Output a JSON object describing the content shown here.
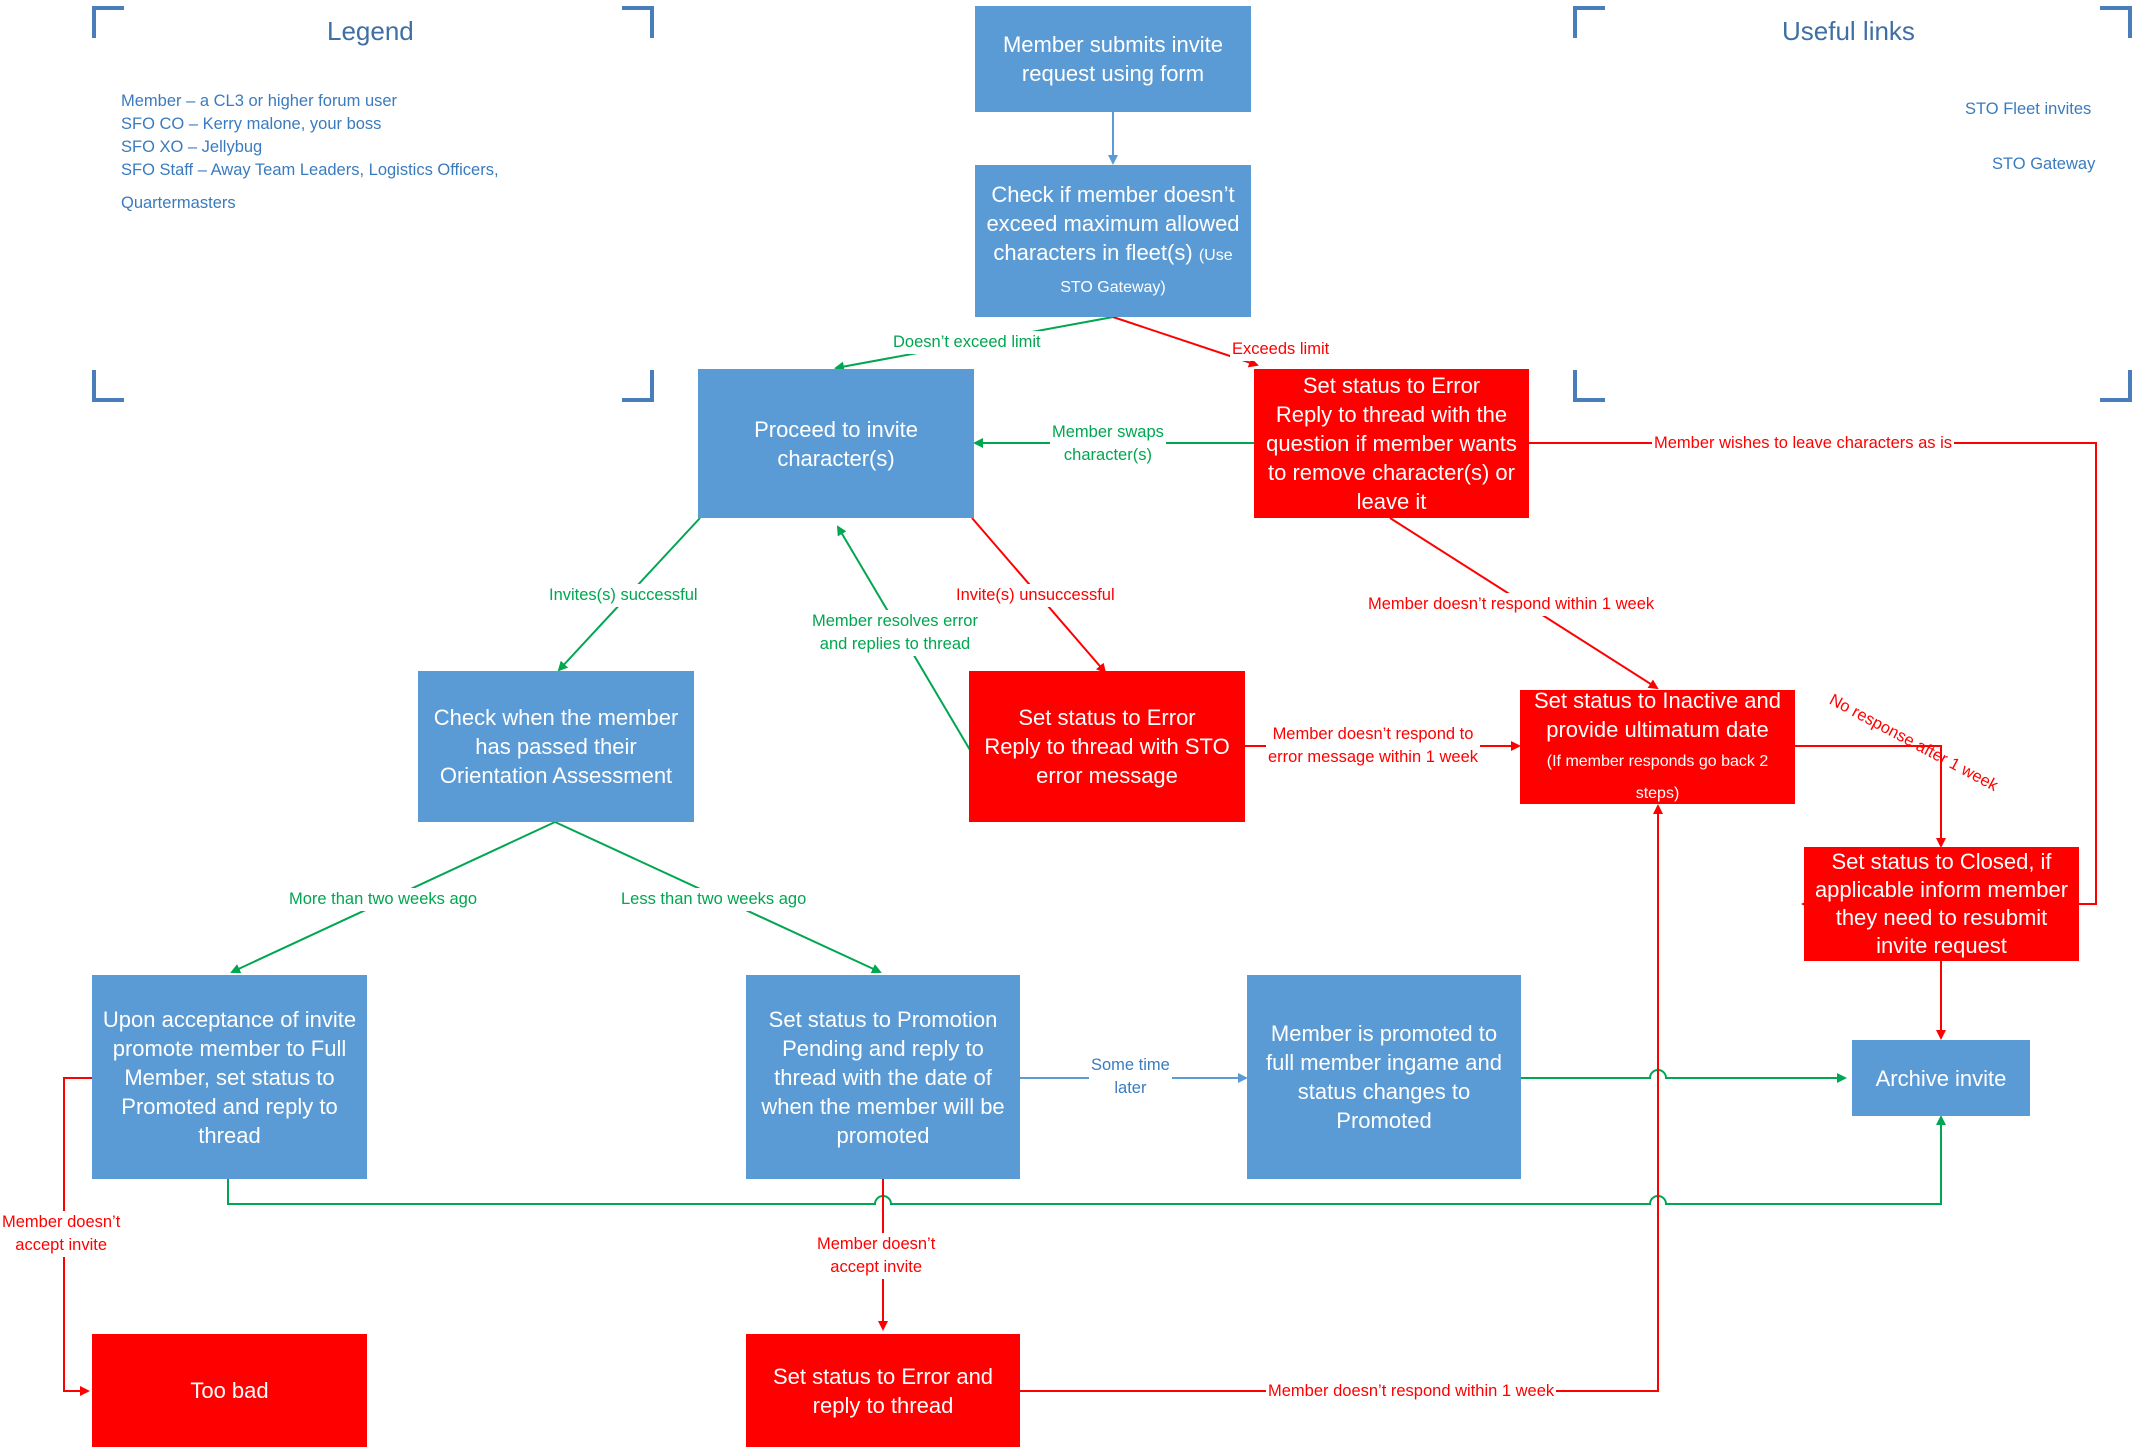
{
  "legend": {
    "title": "Legend",
    "items": [
      "Member – a CL3 or higher forum user",
      "SFO CO – Kerry malone, your boss",
      "SFO XO – Jellybug",
      "SFO Staff – Away Team Leaders, Logistics Officers,",
      "Quartermasters"
    ]
  },
  "useful_links": {
    "title": "Useful links",
    "links": [
      "STO Fleet invites",
      "STO Gateway"
    ]
  },
  "nodes": {
    "submit": "Member submits invite request using form",
    "check_max": "Check if member doesn’t exceed maximum allowed characters in fleet(s)",
    "check_max_note": "(Use STO Gateway)",
    "proceed": "Proceed to invite character(s)",
    "error_remove": "Set status to Error\nReply to thread with the question if member wants to remove character(s) or leave it",
    "check_orientation": "Check when the member has passed their Orientation Assessment",
    "error_sto": "Set status to Error\nReply to thread with STO error message",
    "inactive": "Set status to Inactive and provide ultimatum date",
    "inactive_note": "(If member responds go back 2 steps)",
    "closed": "Set status to Closed, if applicable inform member they need to resubmit invite request",
    "promote_full": "Upon acceptance of invite promote member to Full Member, set status to Promoted and reply to thread",
    "promotion_pending": "Set status to Promotion Pending and reply to thread with the date of when the member will be promoted",
    "promoted_ingame": "Member is promoted to full member ingame and status changes to Promoted",
    "archive": "Archive invite",
    "too_bad": "Too bad",
    "error_reply": "Set status to Error and reply to thread"
  },
  "edge_labels": {
    "doesnt_exceed": "Doesn’t exceed limit",
    "exceeds": "Exceeds limit",
    "swaps": "Member swaps\ncharacter(s)",
    "leave_as_is": "Member wishes to leave characters as is",
    "no_respond_week_1": "Member doesn’t respond within 1 week",
    "invites_success": "Invites(s) successful",
    "invites_fail": "Invite(s) unsuccessful",
    "resolves": "Member resolves error\nand replies to thread",
    "no_respond_error": "Member doesn’t respond to\nerror message within 1 week",
    "no_response_after": "No response after 1 week",
    "more_than": "More than two weeks ago",
    "less_than": "Less than two weeks ago",
    "some_time": "Some time\nlater",
    "not_accept_left": "Member doesn’t\naccept invite",
    "not_accept_mid": "Member doesn’t\naccept invite",
    "no_respond_week_2": "Member doesn’t respond within 1 week"
  },
  "colors": {
    "blue_node": "#5b9bd5",
    "red_node": "#ff0000",
    "green_edge": "#00a650",
    "red_edge": "#ff0000",
    "blue_edge": "#5b9bd5"
  }
}
